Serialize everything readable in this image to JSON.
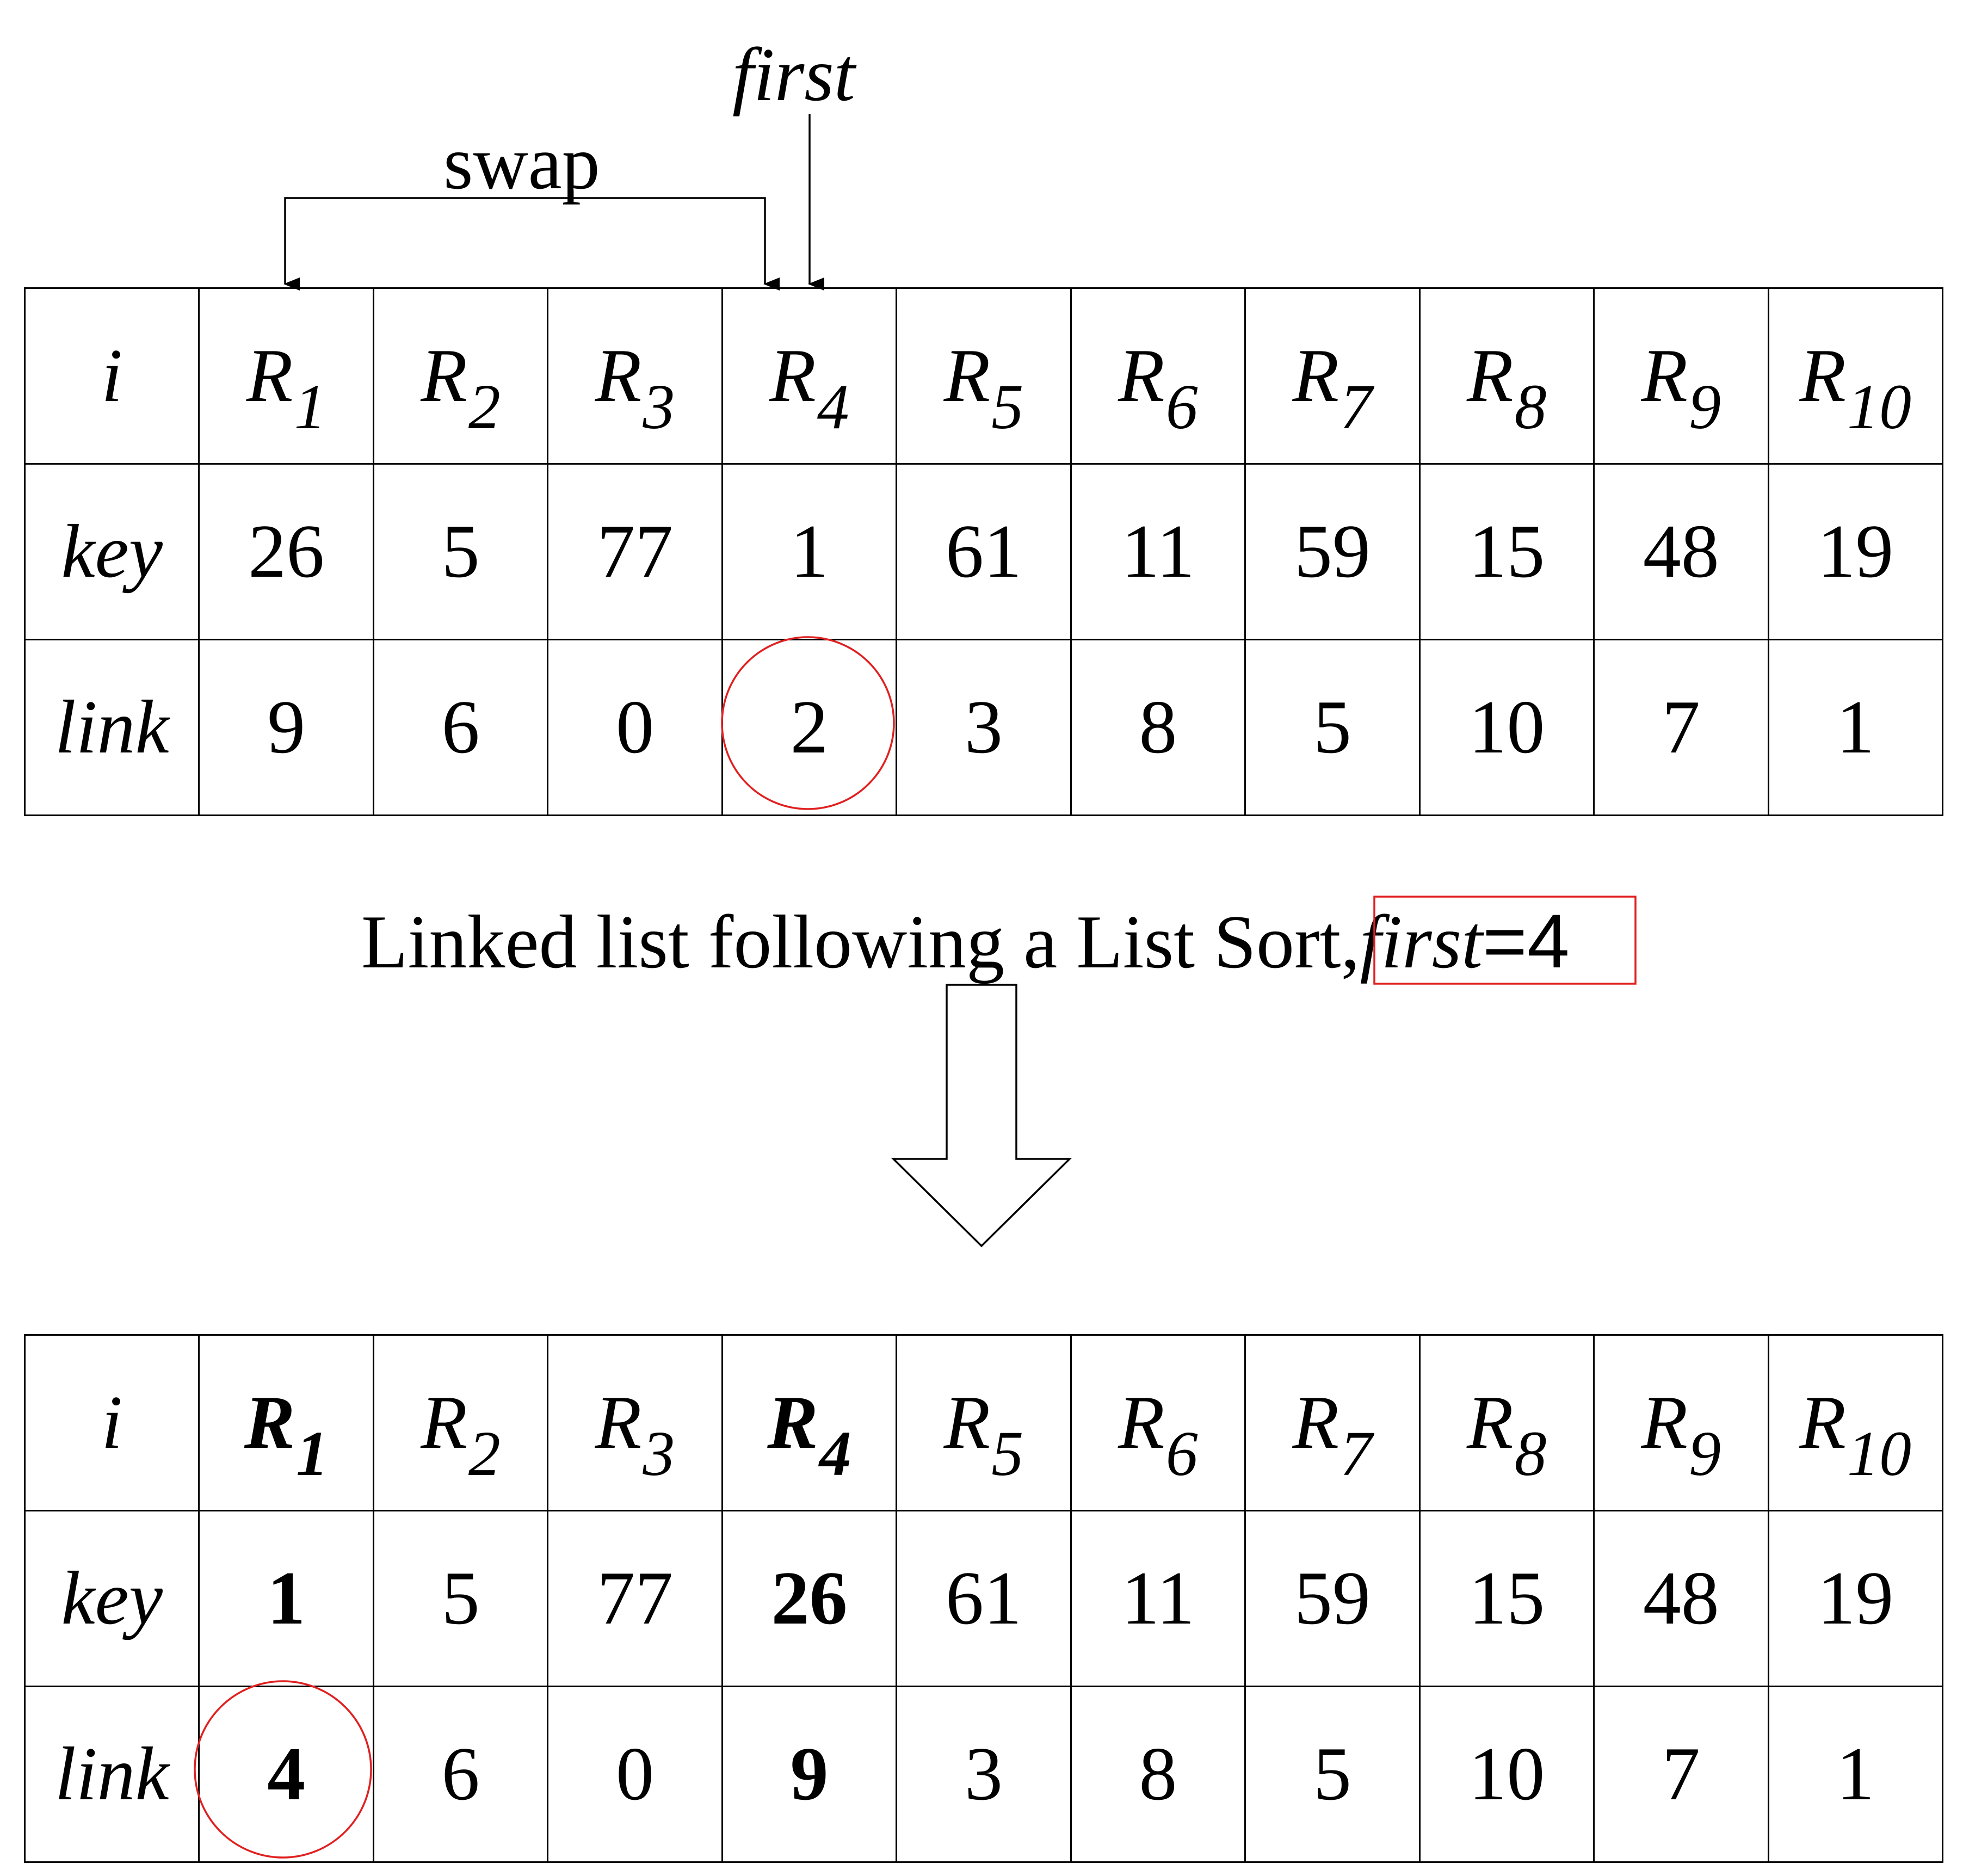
{
  "annotations": {
    "first_pointer": "first",
    "swap_label": "swap"
  },
  "caption": {
    "text": "Linked list following a List Sort,",
    "first_word": "first",
    "equals_value": "=4"
  },
  "colors": {
    "highlight": "#e02020",
    "lines": "#000000"
  },
  "before": {
    "headers": [
      "R",
      "R",
      "R",
      "R",
      "R",
      "R",
      "R",
      "R",
      "R",
      "R"
    ],
    "subscripts": [
      "1",
      "2",
      "3",
      "4",
      "5",
      "6",
      "7",
      "8",
      "9",
      "10"
    ],
    "row_labels": [
      "i",
      "key",
      "link"
    ],
    "keys": [
      "26",
      "5",
      "77",
      "1",
      "61",
      "11",
      "59",
      "15",
      "48",
      "19"
    ],
    "links": [
      "9",
      "6",
      "0",
      "2",
      "3",
      "8",
      "5",
      "10",
      "7",
      "1"
    ],
    "circled_link_column": 4
  },
  "after": {
    "headers": [
      "R",
      "R",
      "R",
      "R",
      "R",
      "R",
      "R",
      "R",
      "R",
      "R"
    ],
    "subscripts": [
      "1",
      "2",
      "3",
      "4",
      "5",
      "6",
      "7",
      "8",
      "9",
      "10"
    ],
    "row_labels": [
      "i",
      "key",
      "link"
    ],
    "keys": [
      "1",
      "5",
      "77",
      "26",
      "61",
      "11",
      "59",
      "15",
      "48",
      "19"
    ],
    "links": [
      "4",
      "6",
      "0",
      "9",
      "3",
      "8",
      "5",
      "10",
      "7",
      "1"
    ],
    "bold_columns": [
      1,
      4
    ],
    "circled_link_column": 1
  }
}
